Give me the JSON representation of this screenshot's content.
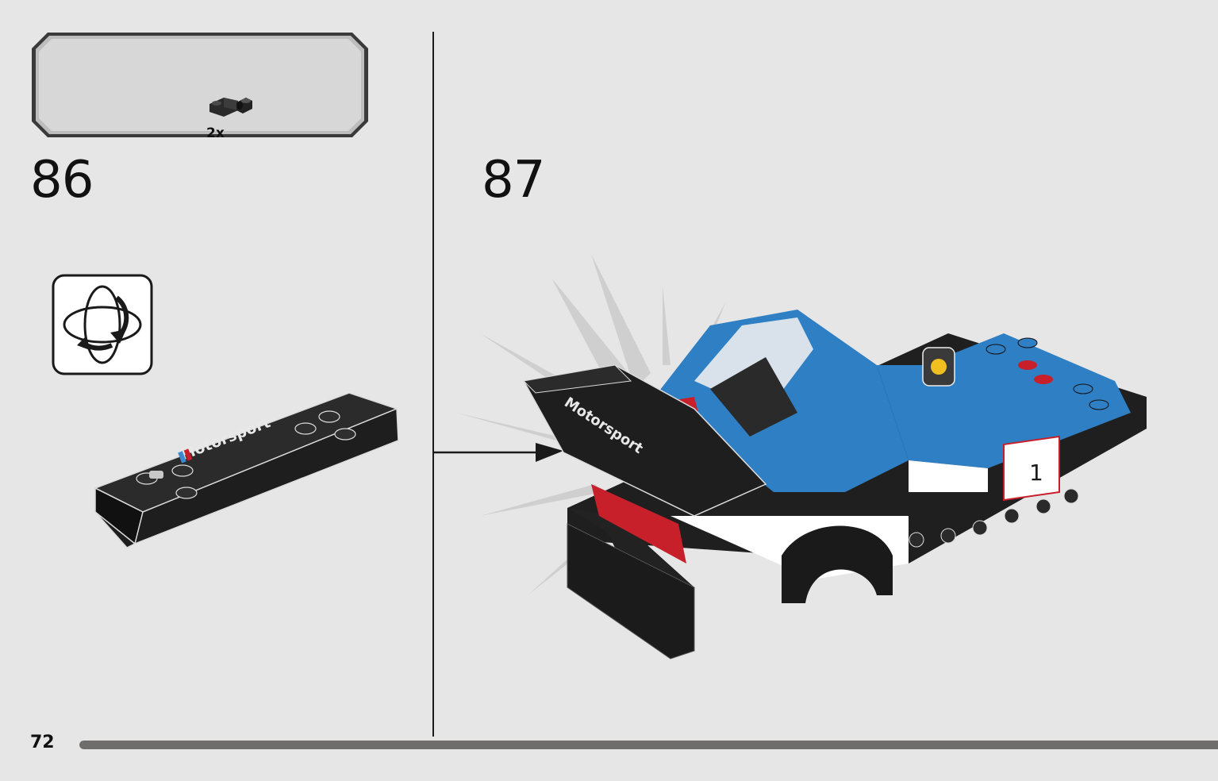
{
  "parts": {
    "quantity": "2x",
    "icon": "plate-with-clip-icon"
  },
  "steps": [
    {
      "number": "86"
    },
    {
      "number": "87"
    }
  ],
  "rotate": {
    "icon": "rotate-model-icon"
  },
  "spoiler": {
    "decal_text": "Motorsport"
  },
  "car": {
    "decal_text": "Motorsport",
    "number_plate": "1"
  },
  "page": {
    "number": "72",
    "progress": 1.0
  },
  "colors": {
    "background": "#e6e6e6",
    "callout_fill": "#d7d7d7",
    "callout_border": "#2b2b2b",
    "progress": "#6e6d6c",
    "car_blue": "#2e7fc4",
    "car_red": "#c8202a",
    "brick_black": "#1f1f1f"
  }
}
